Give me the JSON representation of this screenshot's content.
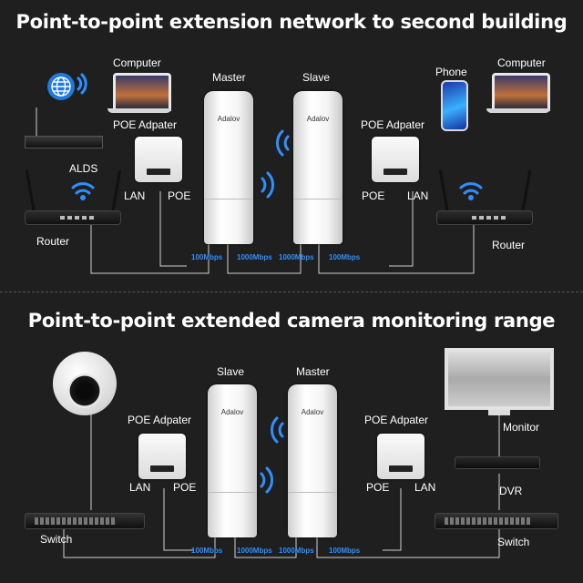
{
  "top": {
    "title": "Point-to-point extension network to second building",
    "left_computer": "Computer",
    "right_computer": "Computer",
    "phone": "Phone",
    "master": "Master",
    "slave": "Slave",
    "poe_left": "POE Adpater",
    "poe_right": "POE Adpater",
    "alds": "ALDS",
    "lan_left": "LAN",
    "poe_port_left": "POE",
    "poe_port_right": "POE",
    "lan_right": "LAN",
    "router_left": "Router",
    "router_right": "Router",
    "speed_1": "100Mbps",
    "speed_2": "1000Mbps",
    "speed_3": "1000Mbps",
    "speed_4": "100Mbps",
    "brand_1": "Adalov",
    "brand_2": "Adalov"
  },
  "bottom": {
    "title": "Point-to-point extended camera monitoring range",
    "slave": "Slave",
    "master": "Master",
    "poe_left": "POE Adpater",
    "poe_right": "POE Adpater",
    "lan_left": "LAN",
    "poe_port_left": "POE",
    "poe_port_right": "POE",
    "lan_right": "LAN",
    "switch_left": "Switch",
    "switch_right": "Switch",
    "monitor": "Monitor",
    "dvr": "DVR",
    "speed_1": "100Mbps",
    "speed_2": "1000Mbps",
    "speed_3": "1000Mbps",
    "speed_4": "100Mbps",
    "brand_1": "Adalov",
    "brand_2": "Adalov"
  },
  "colors": {
    "background": "#1f1f1f",
    "wifi": "#2f8fff",
    "speed": "#2f8fff",
    "wire": "#d0d0d0"
  },
  "icons": [
    "globe-icon",
    "wifi-icon",
    "computer-icon",
    "phone-icon",
    "router-icon",
    "switch-icon",
    "camera-icon",
    "monitor-icon",
    "dvr-icon",
    "poe-adapter-icon",
    "cpe-antenna-icon"
  ]
}
